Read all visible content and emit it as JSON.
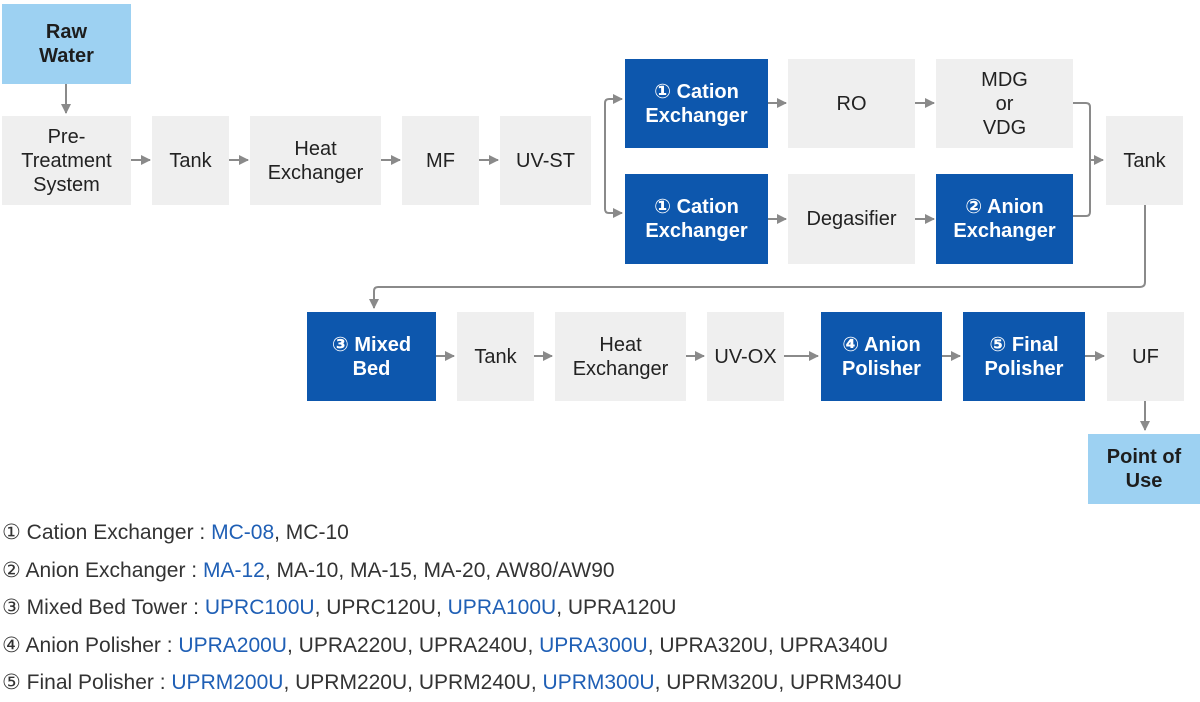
{
  "diagram": {
    "nodes": {
      "raw_water": "Raw\nWater",
      "pretreatment": "Pre-\nTreatment\nSystem",
      "tank_1": "Tank",
      "heat_exchanger_1": "Heat\nExchanger",
      "mf": "MF",
      "uv_st": "UV-ST",
      "cation_exchanger_top": "① Cation\nExchanger",
      "ro": "RO",
      "mdg_vdg": "MDG\nor\nVDG",
      "cation_exchanger_bottom": "① Cation\nExchanger",
      "degasifier": "Degasifier",
      "anion_exchanger": "② Anion\nExchanger",
      "tank_2": "Tank",
      "mixed_bed": "③ Mixed\nBed",
      "tank_3": "Tank",
      "heat_exchanger_2": "Heat\nExchanger",
      "uv_ox": "UV-OX",
      "anion_polisher": "④ Anion\nPolisher",
      "final_polisher": "⑤ Final\nPolisher",
      "uf": "UF",
      "point_of_use": "Point of\nUse"
    }
  },
  "legend": [
    {
      "label": "① Cation Exchanger : ",
      "models": [
        {
          "name": "MC-08",
          "highlight": true
        },
        {
          "name": "MC-10",
          "highlight": false
        }
      ]
    },
    {
      "label": "② Anion Exchanger : ",
      "models": [
        {
          "name": "MA-12",
          "highlight": true
        },
        {
          "name": "MA-10",
          "highlight": false
        },
        {
          "name": "MA-15",
          "highlight": false
        },
        {
          "name": "MA-20",
          "highlight": false
        },
        {
          "name": "AW80/AW90",
          "highlight": false
        }
      ]
    },
    {
      "label": "③ Mixed Bed Tower : ",
      "models": [
        {
          "name": "UPRC100U",
          "highlight": true
        },
        {
          "name": "UPRC120U",
          "highlight": false
        },
        {
          "name": "UPRA100U",
          "highlight": true
        },
        {
          "name": "UPRA120U",
          "highlight": false
        }
      ]
    },
    {
      "label": "④ Anion Polisher : ",
      "models": [
        {
          "name": "UPRA200U",
          "highlight": true
        },
        {
          "name": "UPRA220U",
          "highlight": false
        },
        {
          "name": "UPRA240U",
          "highlight": false
        },
        {
          "name": "UPRA300U",
          "highlight": true
        },
        {
          "name": "UPRA320U",
          "highlight": false
        },
        {
          "name": "UPRA340U",
          "highlight": false
        }
      ]
    },
    {
      "label": "⑤ Final Polisher : ",
      "models": [
        {
          "name": "UPRM200U",
          "highlight": true
        },
        {
          "name": "UPRM220U",
          "highlight": false
        },
        {
          "name": "UPRM240U",
          "highlight": false
        },
        {
          "name": "UPRM300U",
          "highlight": true
        },
        {
          "name": "UPRM320U",
          "highlight": false
        },
        {
          "name": "UPRM340U",
          "highlight": false
        }
      ]
    }
  ],
  "colors": {
    "process_node": "#efefef",
    "exchanger_node": "#0d57ad",
    "endpoint_node": "#9dd1f2",
    "highlight_model": "#1f5fb5",
    "arrow": "#8a8a8a"
  }
}
